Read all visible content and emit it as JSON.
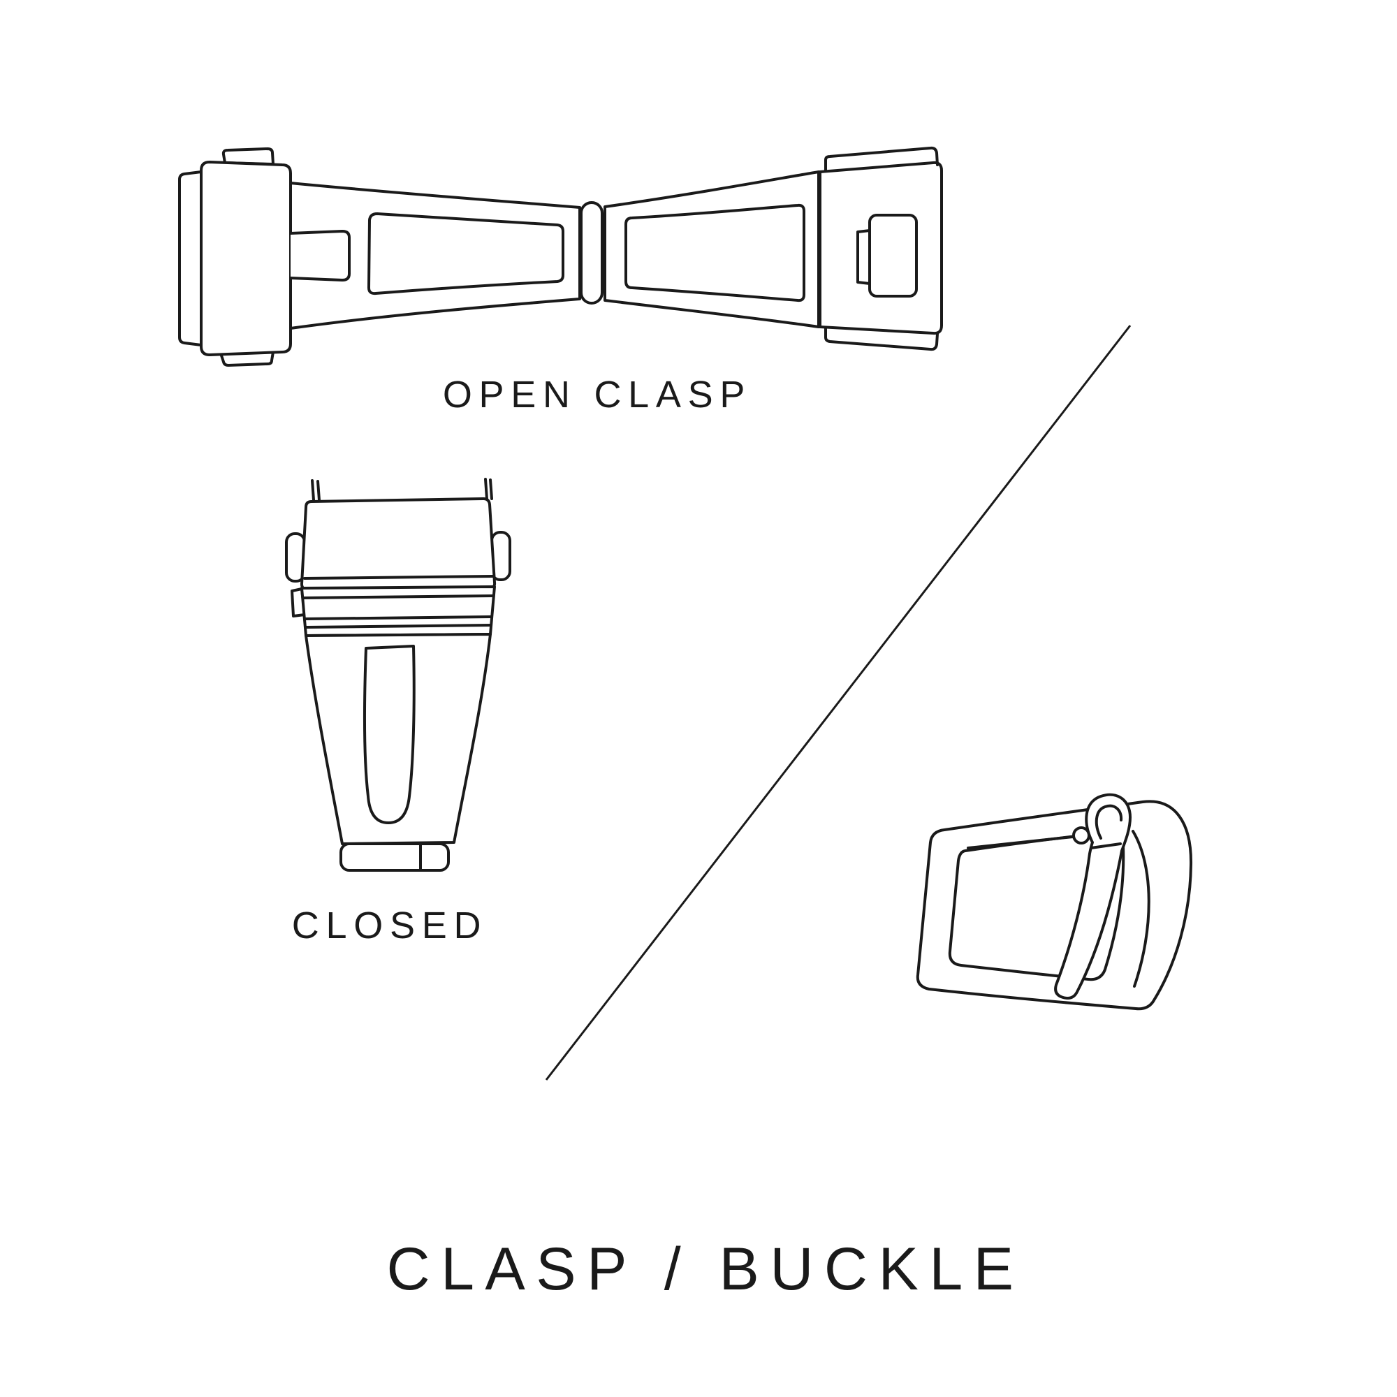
{
  "diagram": {
    "title": "CLASP / BUCKLE",
    "labels": {
      "open_clasp": "OPEN CLASP",
      "closed": "CLOSED"
    },
    "colors": {
      "background": "#ffffff",
      "line": "#1a1a1a",
      "text": "#1a1a1a"
    }
  }
}
